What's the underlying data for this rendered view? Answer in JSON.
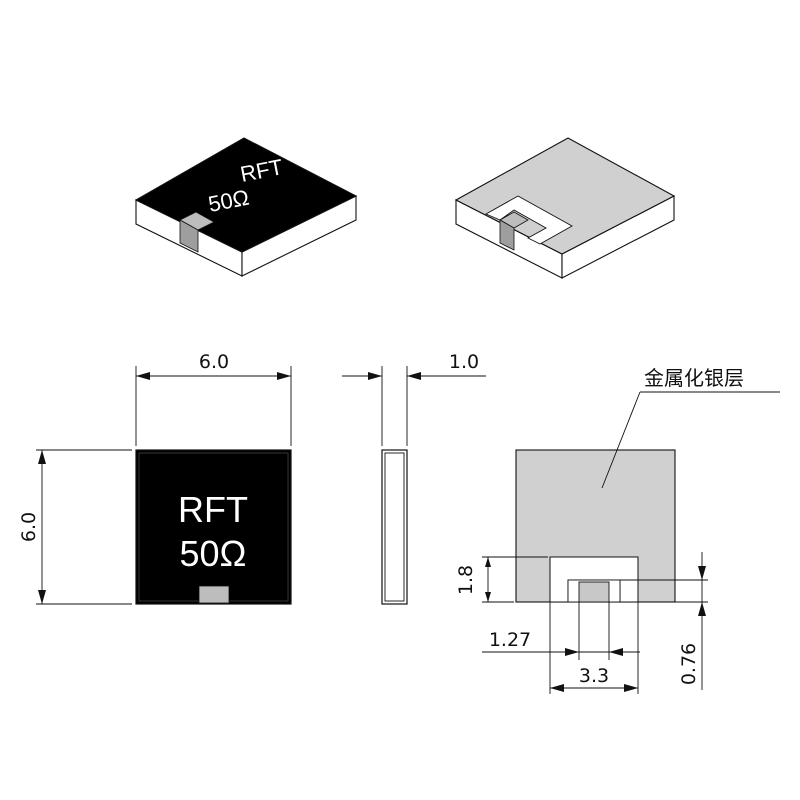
{
  "marking": {
    "line1": "RFT",
    "line2": "50Ω"
  },
  "dimensions": {
    "width": "6.0",
    "height": "6.0",
    "thickness": "1.0",
    "pad_height": "1.8",
    "pad_inner_width": "1.27",
    "pad_outer_width": "3.3",
    "pad_gap": "0.76"
  },
  "callout": {
    "label": "金属化银层"
  },
  "colors": {
    "body_top": "#000000",
    "body_side": "#ffffff",
    "terminal": "#bdbdbd",
    "metallization": "#d0d0d0",
    "outline": "#111111"
  }
}
